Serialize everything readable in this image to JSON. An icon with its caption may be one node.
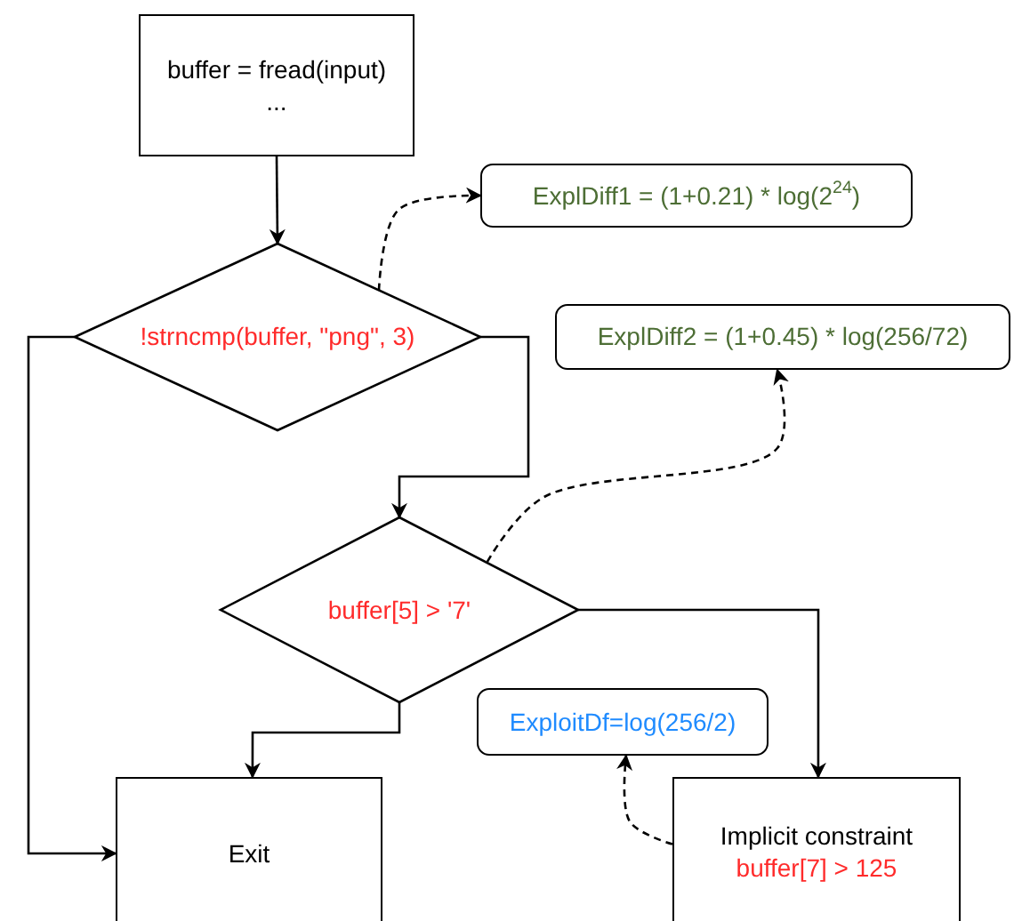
{
  "diagram": {
    "nodes": [
      {
        "text": [
          "buffer = fread(input)",
          "..."
        ]
      },
      {
        "text": [
          "!strncmp(buffer, \"png\", 3)"
        ]
      },
      {
        "text": [
          "ExplDiff1 = (1+0.21) * log(2$^{24}$)"
        ]
      },
      {
        "text": [
          "ExplDiff2 = (1+0.45) * log(256/72)"
        ]
      },
      {
        "text": [
          "buffer[5] > '7'"
        ]
      },
      {
        "text": [
          "ExploitDf=log(256/2)"
        ]
      },
      {
        "text": [
          "Exit"
        ]
      },
      {
        "text": [
          "Implicit constraint",
          "buffer[7] > 125"
        ]
      }
    ],
    "edges": [
      {
        "from": 0,
        "to": 1,
        "arrow": "to"
      },
      {
        "from": 1,
        "to": 2,
        "arrow": "to",
        "style": "dashed"
      },
      {
        "from": 1,
        "to": 6,
        "arrow": "to"
      },
      {
        "from": 1,
        "to": 4,
        "arrow": "to"
      },
      {
        "from": 4,
        "to": 3,
        "arrow": "to",
        "style": "dashed"
      },
      {
        "from": 4,
        "to": 6,
        "arrow": "to"
      },
      {
        "from": 4,
        "to": 7,
        "arrow": "to"
      },
      {
        "from": 7,
        "to": 5,
        "arrow": "to",
        "style": "dashed"
      }
    ]
  }
}
